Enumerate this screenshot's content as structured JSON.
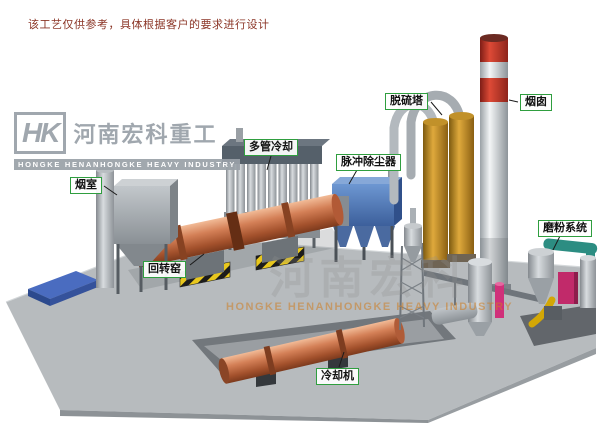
{
  "disclaimer": "该工艺仅供参考，具体根据客户的要求进行设计",
  "labels": {
    "smoke_chamber": "烟室",
    "rotary_kiln": "回转窑",
    "multi_tube_cooler": "多管冷却",
    "pulse_dust_collector": "脉冲除尘器",
    "desulfurization_tower": "脱硫塔",
    "chimney": "烟囱",
    "grinding_system": "磨粉系统",
    "cooler": "冷却机"
  },
  "watermark": {
    "monogram": "HK",
    "company_cn": "河南宏科重工",
    "company_en": "HONGKE HENANHONGKE HEAVY INDUSTRY",
    "center_cn": "河南宏科",
    "center_en": "HONGKE HENANHONGKE HEAVY INDUSTRY"
  },
  "colors": {
    "label_border": "#2f9e3f",
    "disclaimer_text": "#8b3526",
    "kiln_body": "#d48057",
    "desulfurization_tower": "#dfa93c",
    "pulse_collector": "#4a74b4",
    "chimney_band": "#dd4a36",
    "ground": "#b7bbbe"
  }
}
